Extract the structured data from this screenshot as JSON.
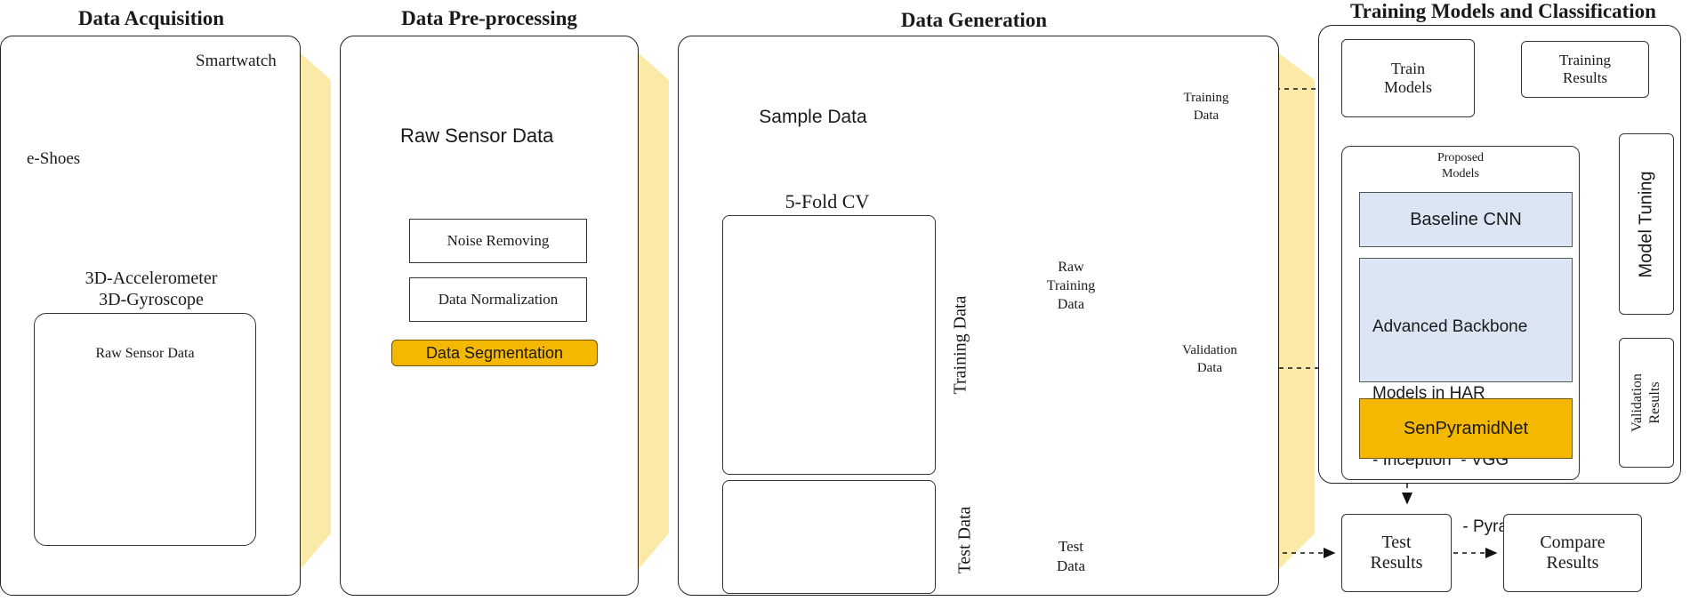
{
  "sections": {
    "acquisition": "Data Acquisition",
    "preprocessing": "Data Pre-processing",
    "generation": "Data Generation",
    "training": "Training Models and Classification"
  },
  "acquisition": {
    "smartwatch": "Smartwatch",
    "eshoes": "e-Shoes",
    "sensors_line1": "3D-Accelerometer",
    "sensors_line2": "3D-Gyroscope",
    "raw_sensor_data": "Raw Sensor Data"
  },
  "preprocessing": {
    "raw_sensor_data": "Raw Sensor Data",
    "noise_removing": "Noise Removing",
    "data_normalization": "Data Normalization",
    "data_segmentation": "Data Segmentation"
  },
  "generation": {
    "sample_data": "Sample Data",
    "five_fold": "5-Fold CV",
    "training_data_vertical": "Training Data",
    "test_data_vertical": "Test Data",
    "raw_training_data_l1": "Raw",
    "raw_training_data_l2": "Training",
    "raw_training_data_l3": "Data",
    "training_data_l1": "Training",
    "training_data_l2": "Data",
    "validation_data_l1": "Validation",
    "validation_data_l2": "Data",
    "test_data_l1": "Test",
    "test_data_l2": "Data"
  },
  "training": {
    "train_models_l1": "Train",
    "train_models_l2": "Models",
    "training_results_l1": "Training",
    "training_results_l2": "Results",
    "proposed_models_l1": "Proposed",
    "proposed_models_l2": "Models",
    "baseline_cnn": "Baseline CNN",
    "advanced_l1": "Advanced Backbone",
    "advanced_l2": "Models in HAR",
    "advanced_l3": "- Inception  - VGG",
    "advanced_l4": "- ResNet     - Pyramid",
    "senpyramidnet": "SenPyramidNet",
    "model_tuning": "Model Tuning",
    "validation_results_l1": "Validation",
    "validation_results_l2": "Results",
    "test_results_l1": "Test",
    "test_results_l2": "Results",
    "compare_results_l1": "Compare",
    "compare_results_l2": "Results"
  },
  "colors": {
    "gold": "#F5B800",
    "gold_border": "#8a6a00",
    "blue_bar": "#3E68C8",
    "light_blue": "#C9DDF3",
    "pale_blue": "#DCE5F4",
    "chevron": "#FBE9A8"
  }
}
